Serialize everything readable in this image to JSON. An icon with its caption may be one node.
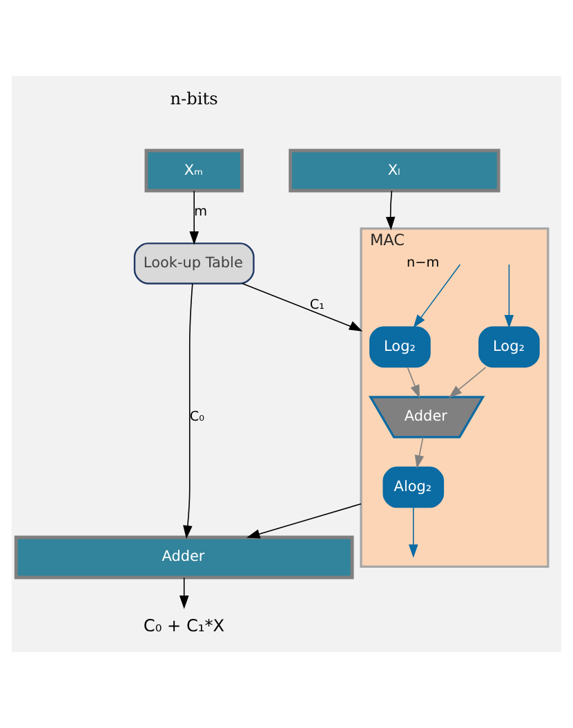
{
  "diagram": {
    "nodes": [
      {
        "text": [
          "Xₘ"
        ]
      },
      {
        "text": [
          "Xₗ"
        ]
      },
      {
        "text": [
          "Look-up Table"
        ]
      },
      {
        "text": [
          "MAC"
        ]
      },
      {
        "text": [
          "Log₂"
        ],
        "in": 3
      },
      {
        "text": [
          "Log₂"
        ],
        "in": 3
      },
      {
        "text": [
          "Adder"
        ],
        "in": 3
      },
      {
        "text": [
          "Alog₂"
        ],
        "in": 3
      },
      {
        "text": [
          "Adder"
        ]
      },
      {
        "text": [
          "C₀ + C₁*X"
        ]
      }
    ],
    "edges": [
      {
        "from": 0,
        "to": 2,
        "arrow": "to",
        "label": "m"
      },
      {
        "from": 2,
        "to": 3,
        "arrow": "to",
        "label": "C₁"
      },
      {
        "from": 1,
        "to": 3,
        "arrow": "to",
        "label": "n−m"
      },
      {
        "from": null,
        "to": 4,
        "arrow": "to",
        "color": "#0b6ba3"
      },
      {
        "from": null,
        "to": 5,
        "arrow": "to",
        "color": "#0b6ba3"
      },
      {
        "from": 4,
        "to": 6,
        "arrow": "to",
        "color": "#808080"
      },
      {
        "from": 5,
        "to": 6,
        "arrow": "to",
        "color": "#808080"
      },
      {
        "from": 6,
        "to": 7,
        "arrow": "to",
        "color": "#808080"
      },
      {
        "from": 7,
        "to": null,
        "arrow": "to",
        "color": "#0b6ba3"
      },
      {
        "from": 2,
        "to": 8,
        "arrow": "to",
        "label": "C₀"
      },
      {
        "from": 3,
        "to": 8,
        "arrow": "to"
      },
      {
        "from": 8,
        "to": 9,
        "arrow": "to"
      }
    ],
    "labels": [
      "n-bits"
    ]
  }
}
